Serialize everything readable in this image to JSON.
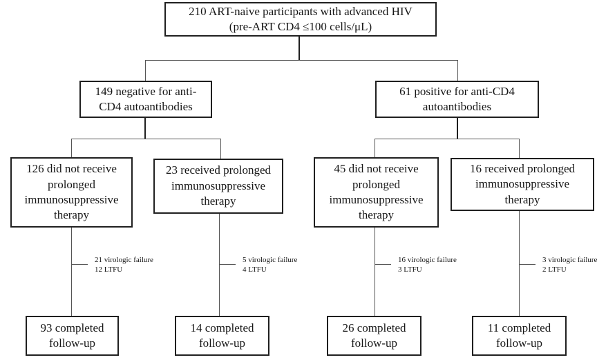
{
  "colors": {
    "background": "#ffffff",
    "box_border": "#1f1f1f",
    "connector": "#555555",
    "text": "#161616"
  },
  "flowchart": {
    "root": {
      "lines": [
        "210 ART-naive participants with advanced HIV",
        "(pre-ART CD4 ≤100 cells/μL)"
      ]
    },
    "negative": {
      "lines": [
        "149 negative for anti-",
        "CD4 autoantibodies"
      ]
    },
    "positive": {
      "lines": [
        "61 positive for anti-CD4",
        "autoantibodies"
      ]
    },
    "neg_no_ist": {
      "lines": [
        "126 did not receive",
        "prolonged",
        "immunosuppressive",
        "therapy"
      ]
    },
    "neg_ist": {
      "lines": [
        "23 received prolonged",
        "immunosuppressive",
        "therapy"
      ]
    },
    "pos_no_ist": {
      "lines": [
        "45 did not receive",
        "prolonged",
        "immunosuppressive",
        "therapy"
      ]
    },
    "pos_ist": {
      "lines": [
        "16 received prolonged",
        "immunosuppressive",
        "therapy"
      ]
    },
    "dropout_neg_no_ist": {
      "lines": [
        "21 virologic failure",
        "12 LTFU"
      ]
    },
    "dropout_neg_ist": {
      "lines": [
        "5 virologic failure",
        "4 LTFU"
      ]
    },
    "dropout_pos_no_ist": {
      "lines": [
        "16 virologic failure",
        "3 LTFU"
      ]
    },
    "dropout_pos_ist": {
      "lines": [
        "3 virologic failure",
        "2 LTFU"
      ]
    },
    "fu_neg_no_ist": {
      "lines": [
        "93 completed",
        "follow-up"
      ]
    },
    "fu_neg_ist": {
      "lines": [
        "14 completed",
        "follow-up"
      ]
    },
    "fu_pos_no_ist": {
      "lines": [
        "26 completed",
        "follow-up"
      ]
    },
    "fu_pos_ist": {
      "lines": [
        "11 completed",
        "follow-up"
      ]
    }
  }
}
